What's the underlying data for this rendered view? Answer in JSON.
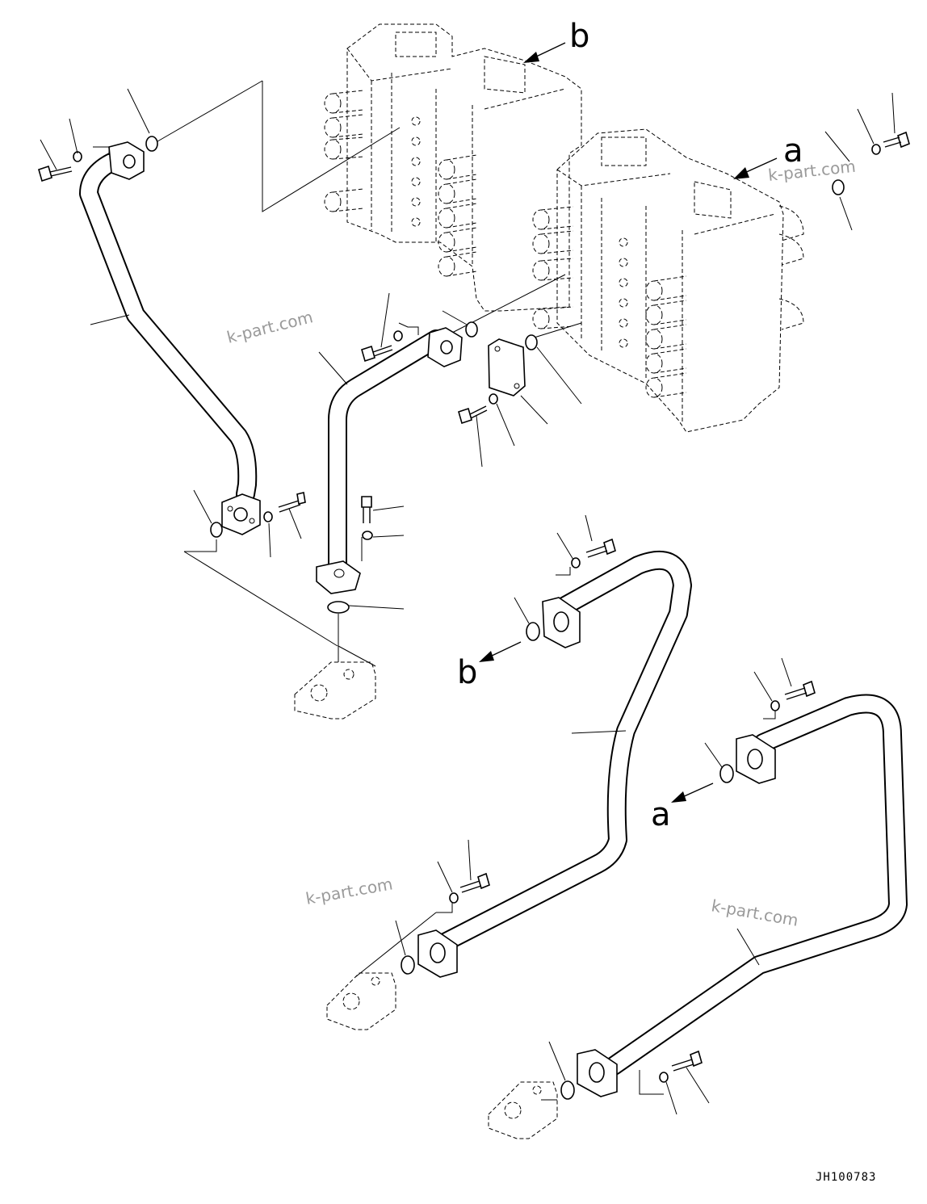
{
  "drawing": {
    "code": "JH100783",
    "watermark": "k-part.com",
    "view_letters": {
      "a": "a",
      "b": "b"
    }
  }
}
